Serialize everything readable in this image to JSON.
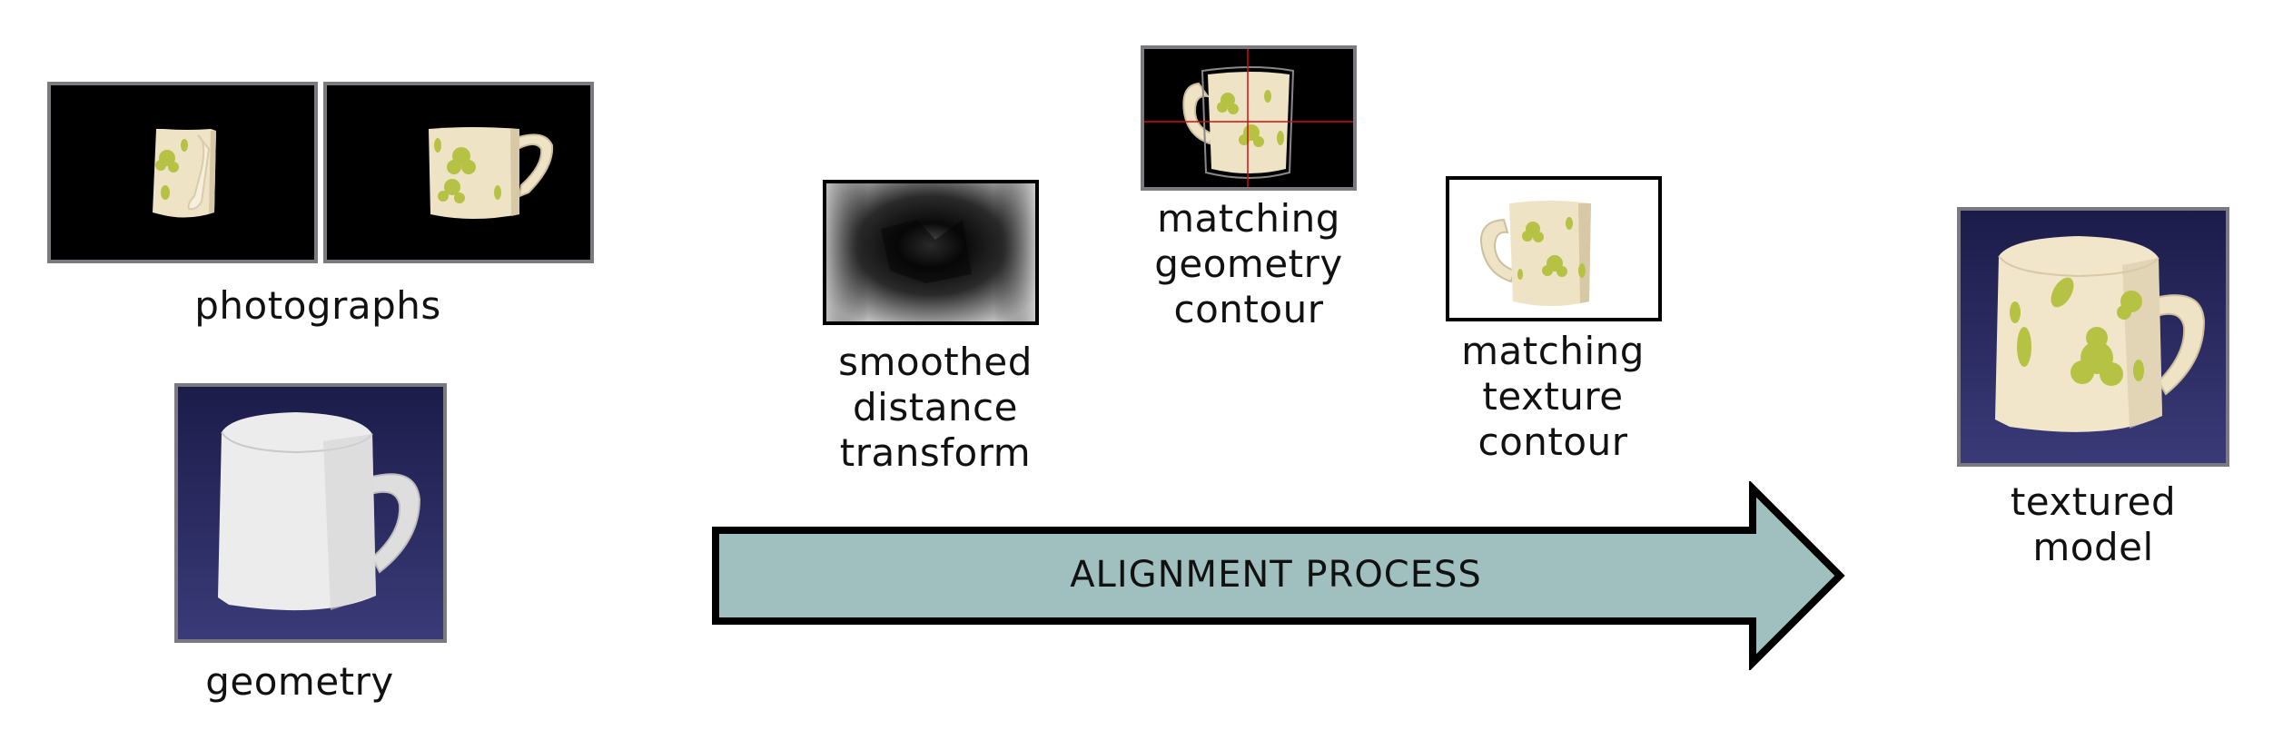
{
  "labels": {
    "photographs": "photographs",
    "geometry": "geometry",
    "smoothed_distance_transform": "smoothed\ndistance\ntransform",
    "matching_geometry_contour": "matching\ngeometry\ncontour",
    "matching_texture_contour": "matching\ntexture\ncontour",
    "textured_model": "textured\nmodel",
    "arrow": "ALIGNMENT PROCESS"
  },
  "colors": {
    "arrow_fill": "#a0c0bf",
    "photo_background": "#000000",
    "render_background_top": "#1c1c4a",
    "render_background_bottom": "#3a3a78",
    "mug_cream": "#efe3c6",
    "flower_green": "#b5c244",
    "crosshair_red": "#cc1111",
    "frame_gray": "#7a7a80"
  },
  "icons": {
    "photo_front": "mug-photo-front-icon",
    "photo_handle": "mug-photo-handle-icon",
    "geometry_render": "white-mug-render-icon",
    "distance_map": "distance-transform-icon",
    "geometry_contour": "geometry-contour-icon",
    "texture_contour": "texture-contour-icon",
    "textured_render": "textured-mug-render-icon"
  }
}
